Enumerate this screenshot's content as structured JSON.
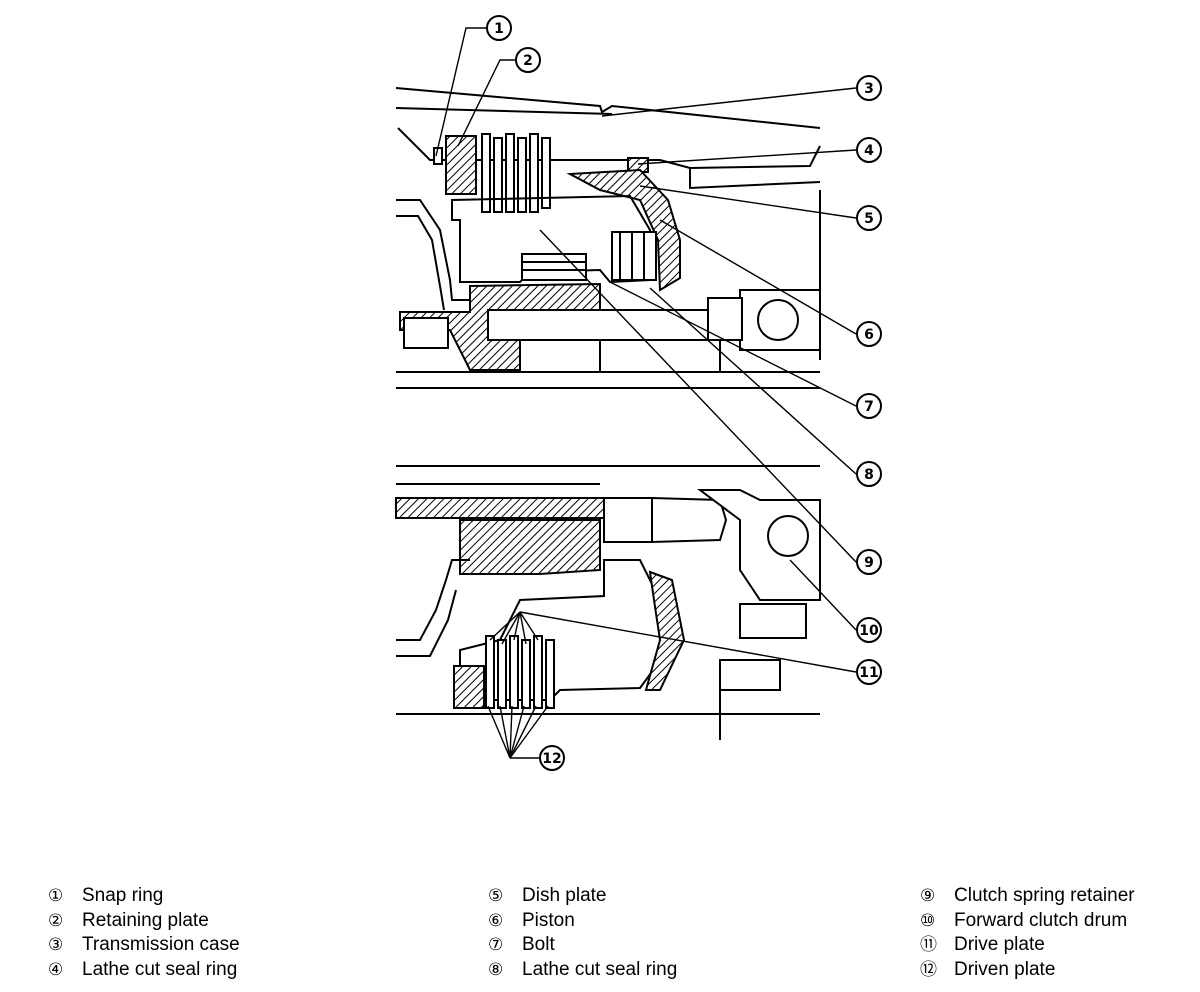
{
  "callouts": [
    {
      "num": "1"
    },
    {
      "num": "2"
    },
    {
      "num": "3"
    },
    {
      "num": "4"
    },
    {
      "num": "5"
    },
    {
      "num": "6"
    },
    {
      "num": "7"
    },
    {
      "num": "8"
    },
    {
      "num": "9"
    },
    {
      "num": "10"
    },
    {
      "num": "11"
    },
    {
      "num": "12"
    }
  ],
  "legend": [
    [
      {
        "mark": "①",
        "label": "Snap ring"
      },
      {
        "mark": "②",
        "label": "Retaining plate"
      },
      {
        "mark": "③",
        "label": "Transmission case"
      },
      {
        "mark": "④",
        "label": "Lathe cut seal ring"
      }
    ],
    [
      {
        "mark": "⑤",
        "label": "Dish plate"
      },
      {
        "mark": "⑥",
        "label": "Piston"
      },
      {
        "mark": "⑦",
        "label": "Bolt"
      },
      {
        "mark": "⑧",
        "label": "Lathe cut seal ring"
      }
    ],
    [
      {
        "mark": "⑨",
        "label": "Clutch spring retainer"
      },
      {
        "mark": "⑩",
        "label": "Forward clutch drum"
      },
      {
        "mark": "⑪",
        "label": "Drive plate"
      },
      {
        "mark": "⑫",
        "label": "Driven plate"
      }
    ]
  ]
}
